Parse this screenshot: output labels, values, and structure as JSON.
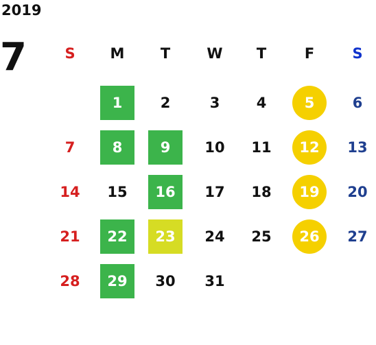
{
  "year": "2019",
  "month": "7",
  "weekdays": [
    "S",
    "M",
    "T",
    "W",
    "T",
    "F",
    "S"
  ],
  "weeks": [
    [
      null,
      "1",
      "2",
      "3",
      "4",
      "5",
      "6"
    ],
    [
      "7",
      "8",
      "9",
      "10",
      "11",
      "12",
      "13"
    ],
    [
      "14",
      "15",
      "16",
      "17",
      "18",
      "19",
      "20"
    ],
    [
      "21",
      "22",
      "23",
      "24",
      "25",
      "26",
      "27"
    ],
    [
      "28",
      "29",
      "30",
      "31",
      null,
      null,
      null
    ]
  ],
  "highlights": {
    "green": [
      "1",
      "8",
      "9",
      "16",
      "22",
      "29"
    ],
    "lime": [
      "23"
    ],
    "gold_circle": [
      "5",
      "12",
      "19",
      "26"
    ]
  },
  "colors": {
    "sunday": "#d61f1f",
    "saturday_header": "#1033cc",
    "saturday_date": "#1f3f8f",
    "green": "#3cb44b",
    "lime": "#d6dc24",
    "gold": "#f5d000"
  }
}
